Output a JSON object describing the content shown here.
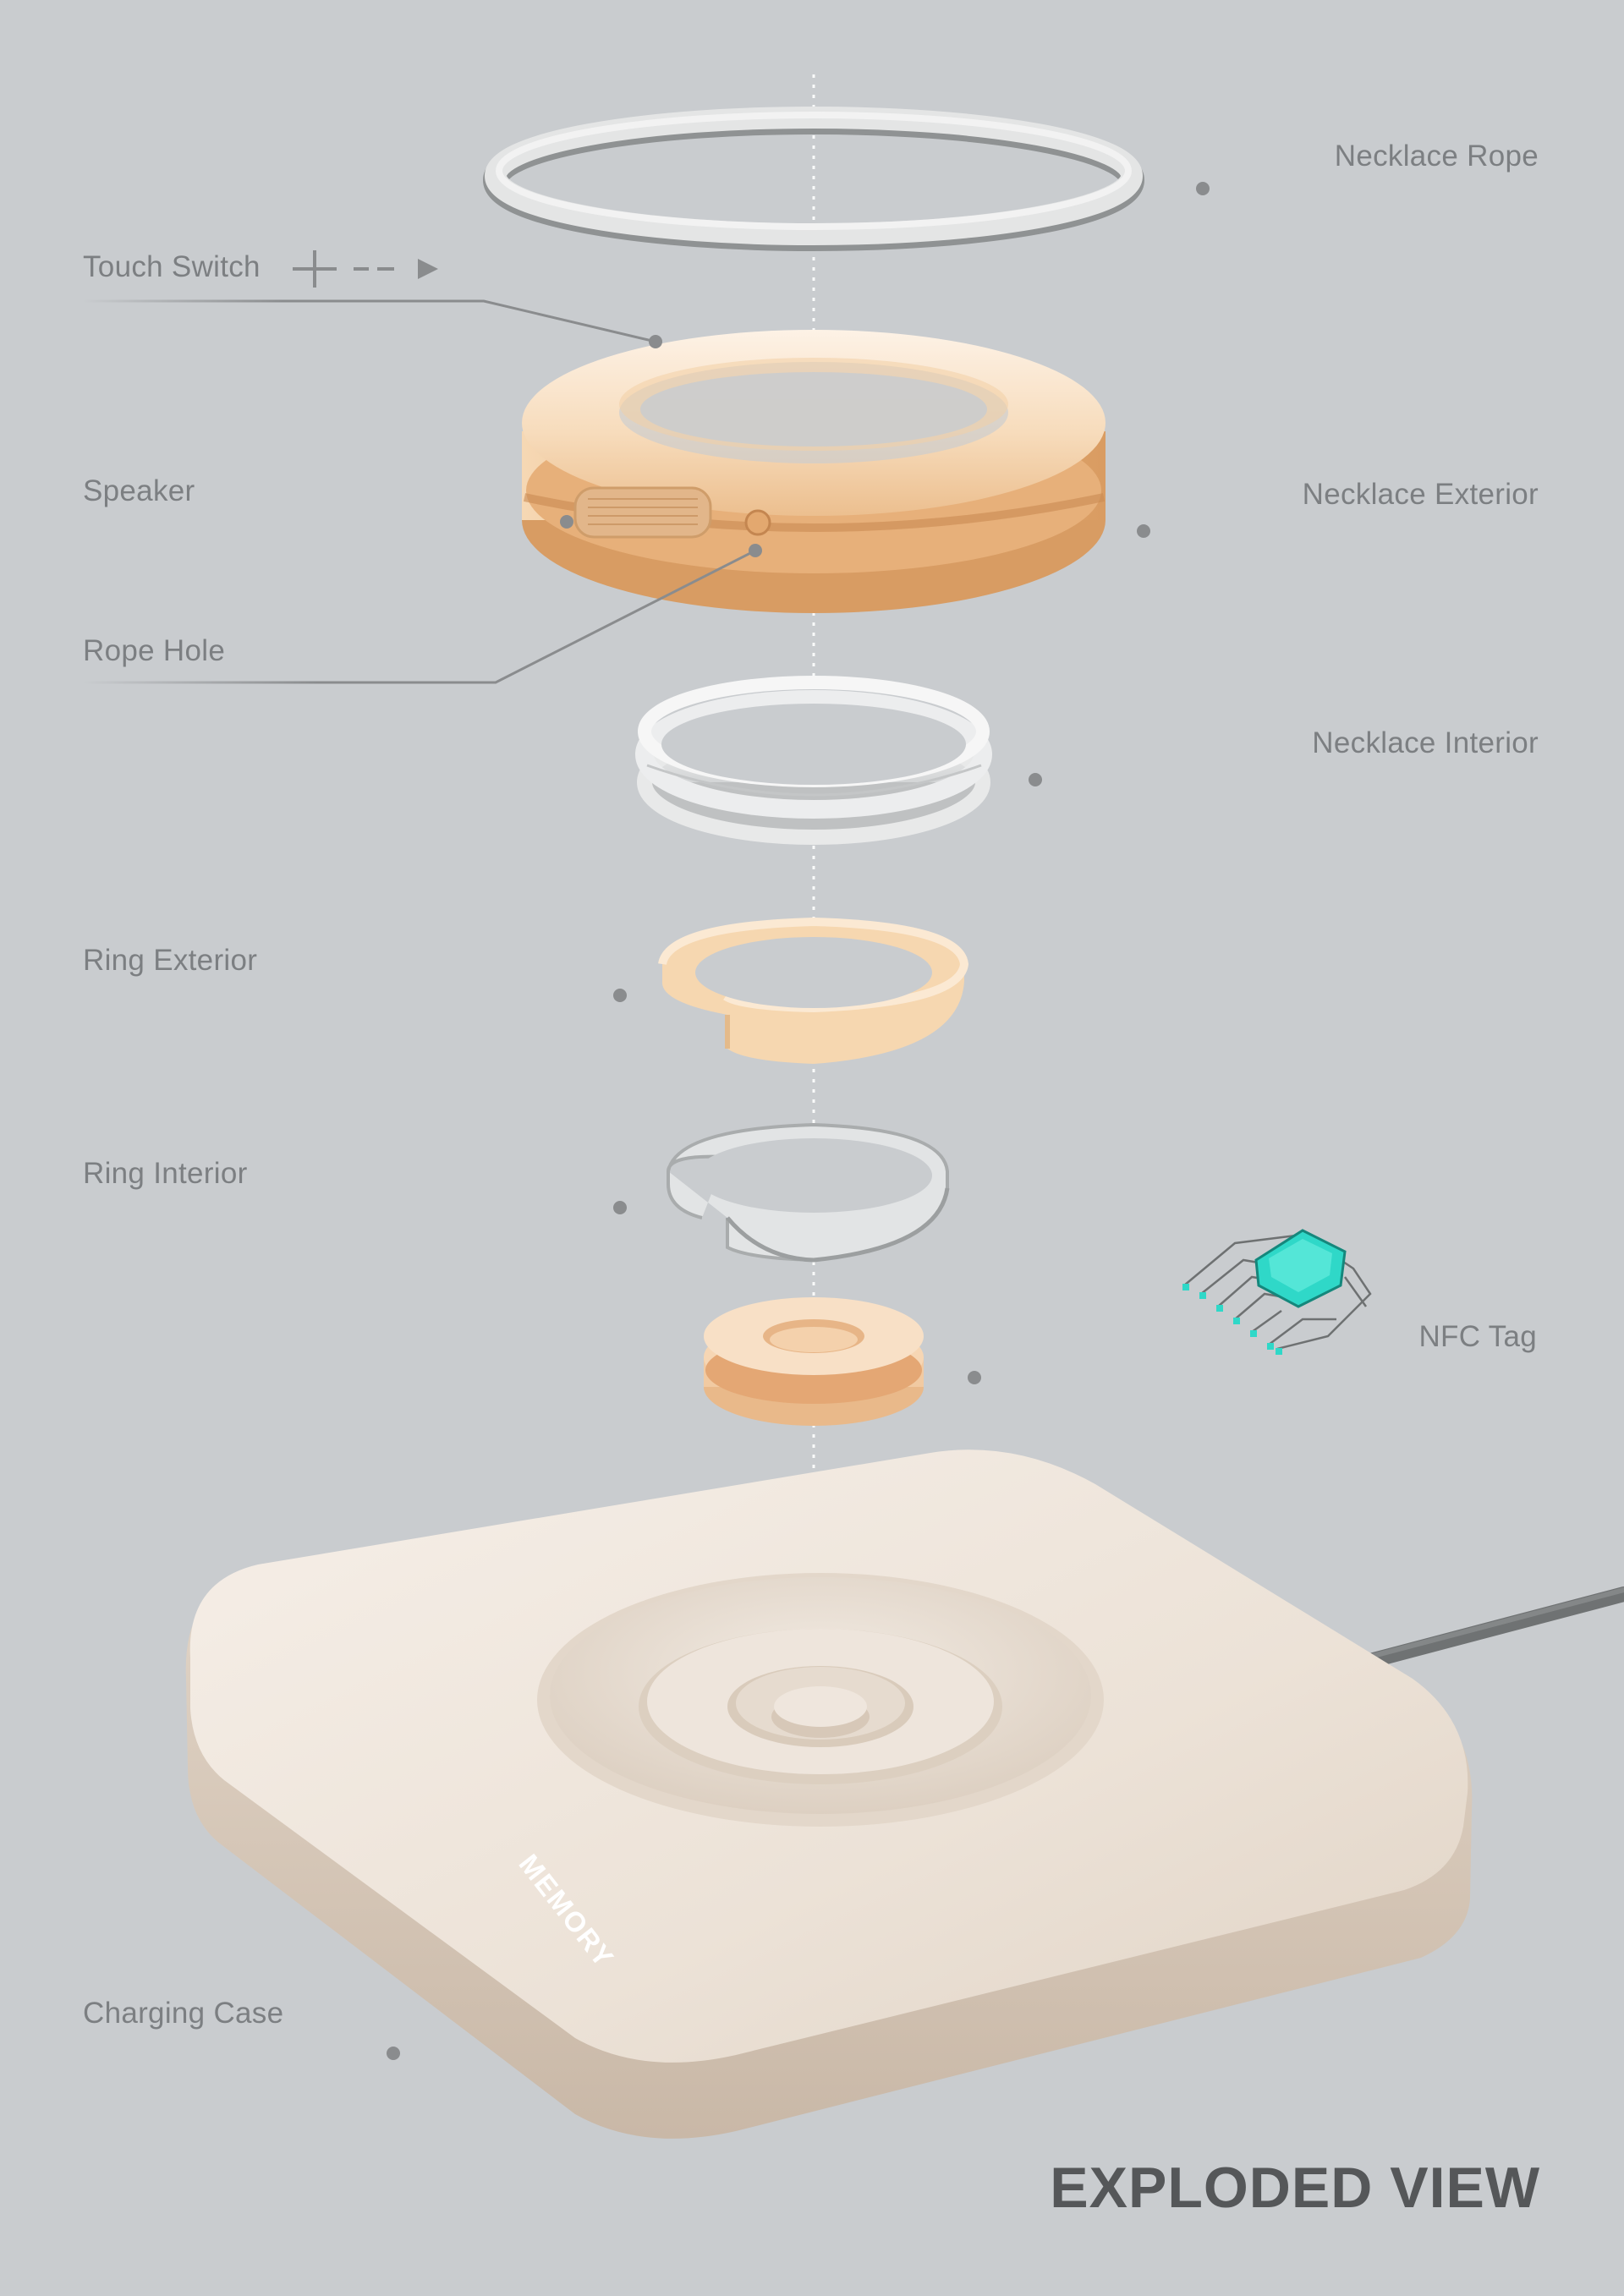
{
  "title": "EXPLODED VIEW",
  "brand_text": "MEMORY",
  "parts": {
    "necklace_rope": "Necklace Rope",
    "touch_switch": "Touch Switch",
    "speaker": "Speaker",
    "necklace_exterior": "Necklace Exterior",
    "rope_hole": "Rope Hole",
    "necklace_interior": "Necklace Interior",
    "ring_exterior": "Ring Exterior",
    "ring_interior": "Ring Interior",
    "nfc_tag": "NFC Tag",
    "charging_case": "Charging Case"
  },
  "colors": {
    "background": "#c9cccf",
    "peach": "#f0c99c",
    "white_part": "#eceded",
    "case": "#e6dcd1",
    "chip": "#2fd8c8",
    "leader": "#8a8c8e"
  }
}
